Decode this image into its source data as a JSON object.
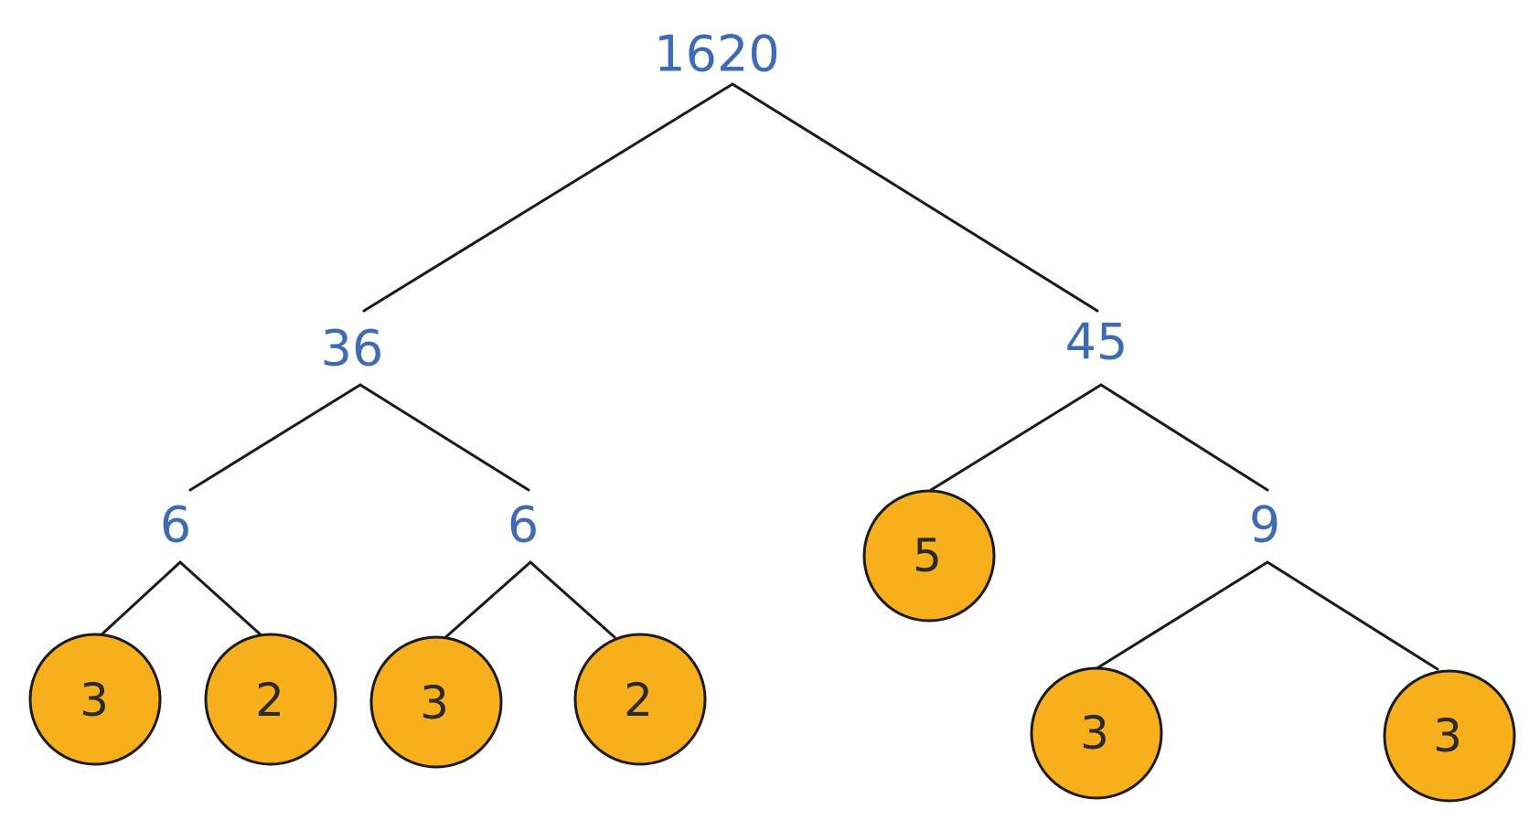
{
  "tree": {
    "root": "1620",
    "left": {
      "value": "36",
      "left": {
        "value": "6",
        "left": "3",
        "right": "2"
      },
      "right": {
        "value": "6",
        "left": "3",
        "right": "2"
      }
    },
    "right": {
      "value": "45",
      "left": "5",
      "right": {
        "value": "9",
        "left": "3",
        "right": "3"
      }
    }
  },
  "colors": {
    "composite_text": "#3f6bb5",
    "prime_fill": "#f8af1c",
    "prime_text": "#2a2a2a",
    "line": "#1a1a1a"
  }
}
